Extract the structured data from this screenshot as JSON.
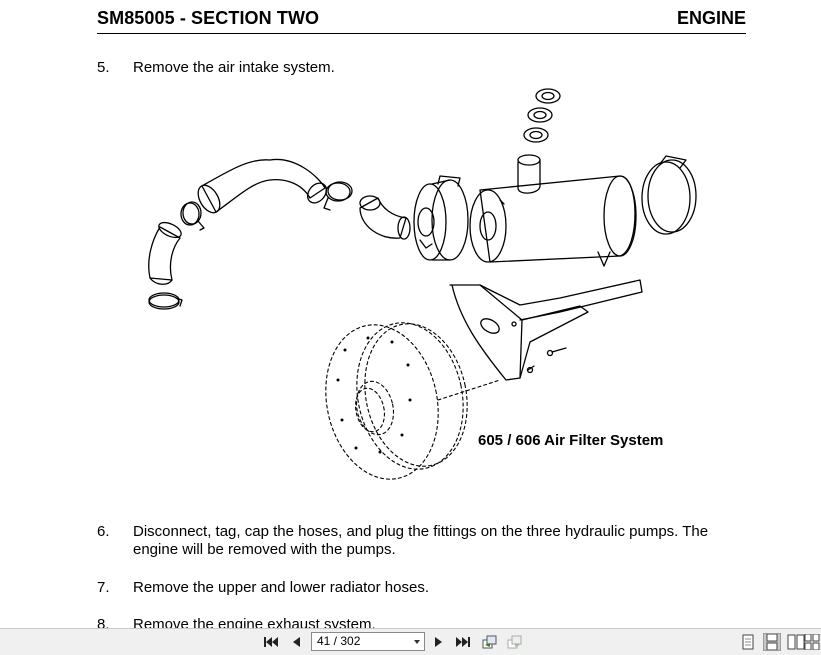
{
  "header": {
    "doc_title": "SM85005 - SECTION TWO",
    "section": "ENGINE"
  },
  "steps": [
    {
      "num": "5.",
      "text": "Remove the air intake system."
    },
    {
      "num": "6.",
      "text": "Disconnect, tag, cap the hoses, and plug the fittings on the three hydraulic pumps. The engine will be removed with the pumps."
    },
    {
      "num": "7.",
      "text": "Remove the upper and lower radiator hoses."
    },
    {
      "num": "8.",
      "text": "Remove the engine exhaust system."
    }
  ],
  "figure": {
    "caption": "605 / 606 Air Filter System"
  },
  "toolbar": {
    "page_indicator": "41 / 302",
    "icons": [
      "first-page-icon",
      "previous-page-icon",
      "next-page-icon",
      "last-page-icon",
      "go-back-icon",
      "go-forward-icon",
      "single-page-view-icon",
      "continuous-view-icon",
      "facing-pages-view-icon",
      "continuous-facing-view-icon"
    ],
    "accent": "#c8c8c8"
  }
}
